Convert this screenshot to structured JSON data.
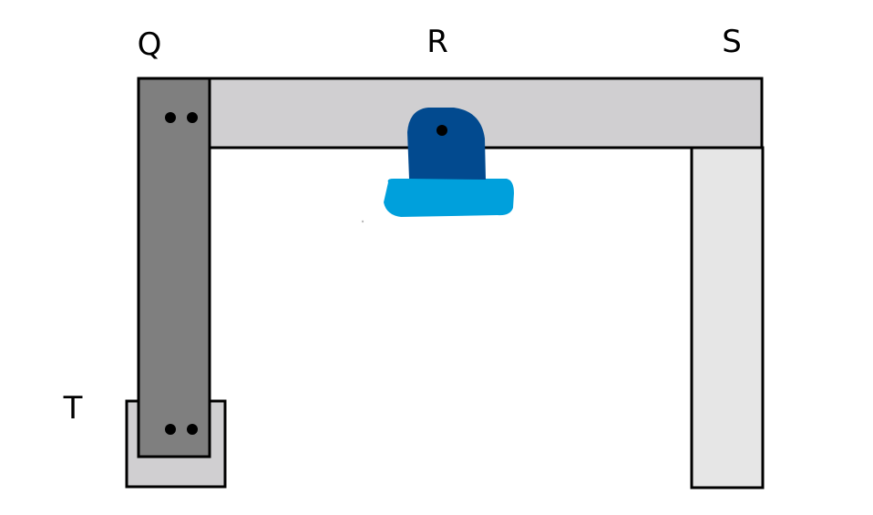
{
  "labels": {
    "q": "Q",
    "r": "R",
    "s": "S",
    "t": "T"
  },
  "colors": {
    "beam_fill": "#d0cfd1",
    "left_column_fill": "#7f7f7f",
    "right_column_fill": "#e6e6e6",
    "base_plate_fill": "#d0cfd1",
    "hinge_body_fill": "#024a8f",
    "hinge_base_fill": "#00a0dc",
    "outline": "#000000"
  },
  "components": {
    "top_beam": "horizontal-beam",
    "left_column": "vertical-column-dark",
    "right_column": "vertical-column-light",
    "base_plate": "base-support",
    "hinge": "pin-support",
    "bolts": "bolt-pairs"
  }
}
